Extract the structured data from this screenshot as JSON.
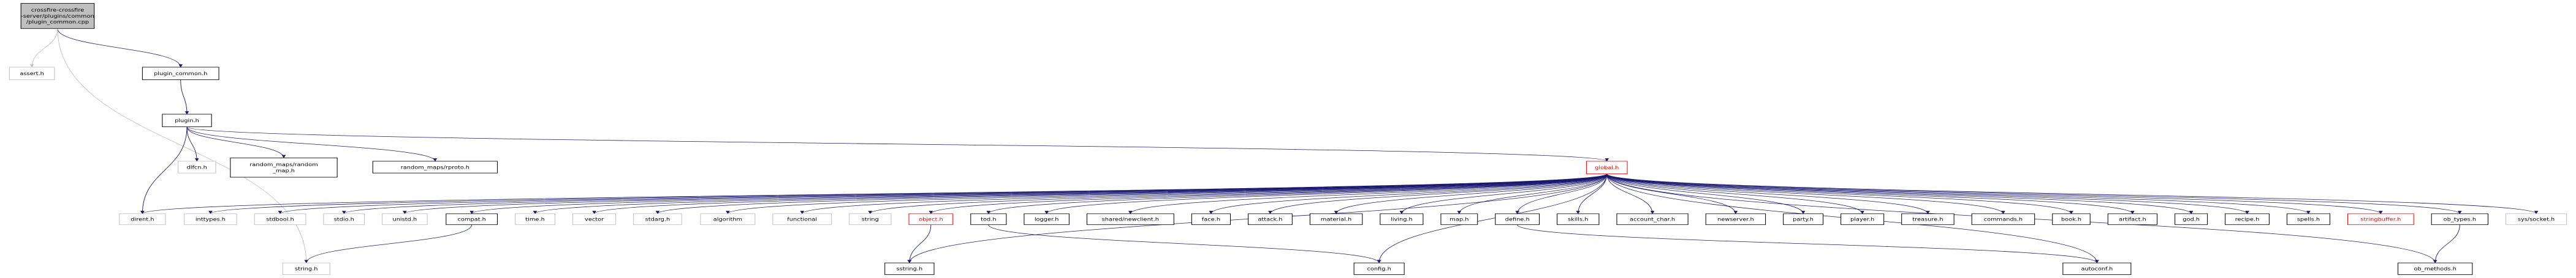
{
  "diagram": {
    "root": [
      "crossfire-crossfire",
      "-server/plugins/common",
      "/plugin_common.cpp"
    ],
    "nodes": {
      "assert": [
        "assert.h"
      ],
      "plugin_common": [
        "plugin_common.h"
      ],
      "plugin": [
        "plugin.h"
      ],
      "dlfcn": [
        "dlfcn.h"
      ],
      "random_map": [
        "random_maps/random",
        "_map.h"
      ],
      "rproto": [
        "random_maps/rproto.h"
      ],
      "global": [
        "global.h"
      ],
      "dirent": [
        "dirent.h"
      ],
      "inttypes": [
        "inttypes.h"
      ],
      "stdbool": [
        "stdbool.h"
      ],
      "stdio": [
        "stdio.h"
      ],
      "unistd": [
        "unistd.h"
      ],
      "compat": [
        "compat.h"
      ],
      "time": [
        "time.h"
      ],
      "vector": [
        "vector"
      ],
      "stdarg": [
        "stdarg.h"
      ],
      "algorithm": [
        "algorithm"
      ],
      "functional": [
        "functional"
      ],
      "string_cpp": [
        "string"
      ],
      "object": [
        "object.h"
      ],
      "tod": [
        "tod.h"
      ],
      "logger": [
        "logger.h"
      ],
      "newclient": [
        "shared/newclient.h"
      ],
      "face": [
        "face.h"
      ],
      "attack": [
        "attack.h"
      ],
      "material": [
        "material.h"
      ],
      "living": [
        "living.h"
      ],
      "map": [
        "map.h"
      ],
      "define": [
        "define.h"
      ],
      "skills": [
        "skills.h"
      ],
      "account_char": [
        "account_char.h"
      ],
      "newserver": [
        "newserver.h"
      ],
      "party": [
        "party.h"
      ],
      "player": [
        "player.h"
      ],
      "treasure": [
        "treasure.h"
      ],
      "commands": [
        "commands.h"
      ],
      "book": [
        "book.h"
      ],
      "artifact": [
        "artifact.h"
      ],
      "god": [
        "god.h"
      ],
      "recipe": [
        "recipe.h"
      ],
      "spells": [
        "spells.h"
      ],
      "stringbuffer": [
        "stringbuffer.h"
      ],
      "ob_types": [
        "ob_types.h"
      ],
      "socket": [
        "sys/socket.h"
      ],
      "string_h": [
        "string.h"
      ],
      "sstring": [
        "sstring.h"
      ],
      "config": [
        "config.h"
      ],
      "autoconf": [
        "autoconf.h"
      ],
      "ob_methods": [
        "ob_methods.h"
      ]
    }
  }
}
